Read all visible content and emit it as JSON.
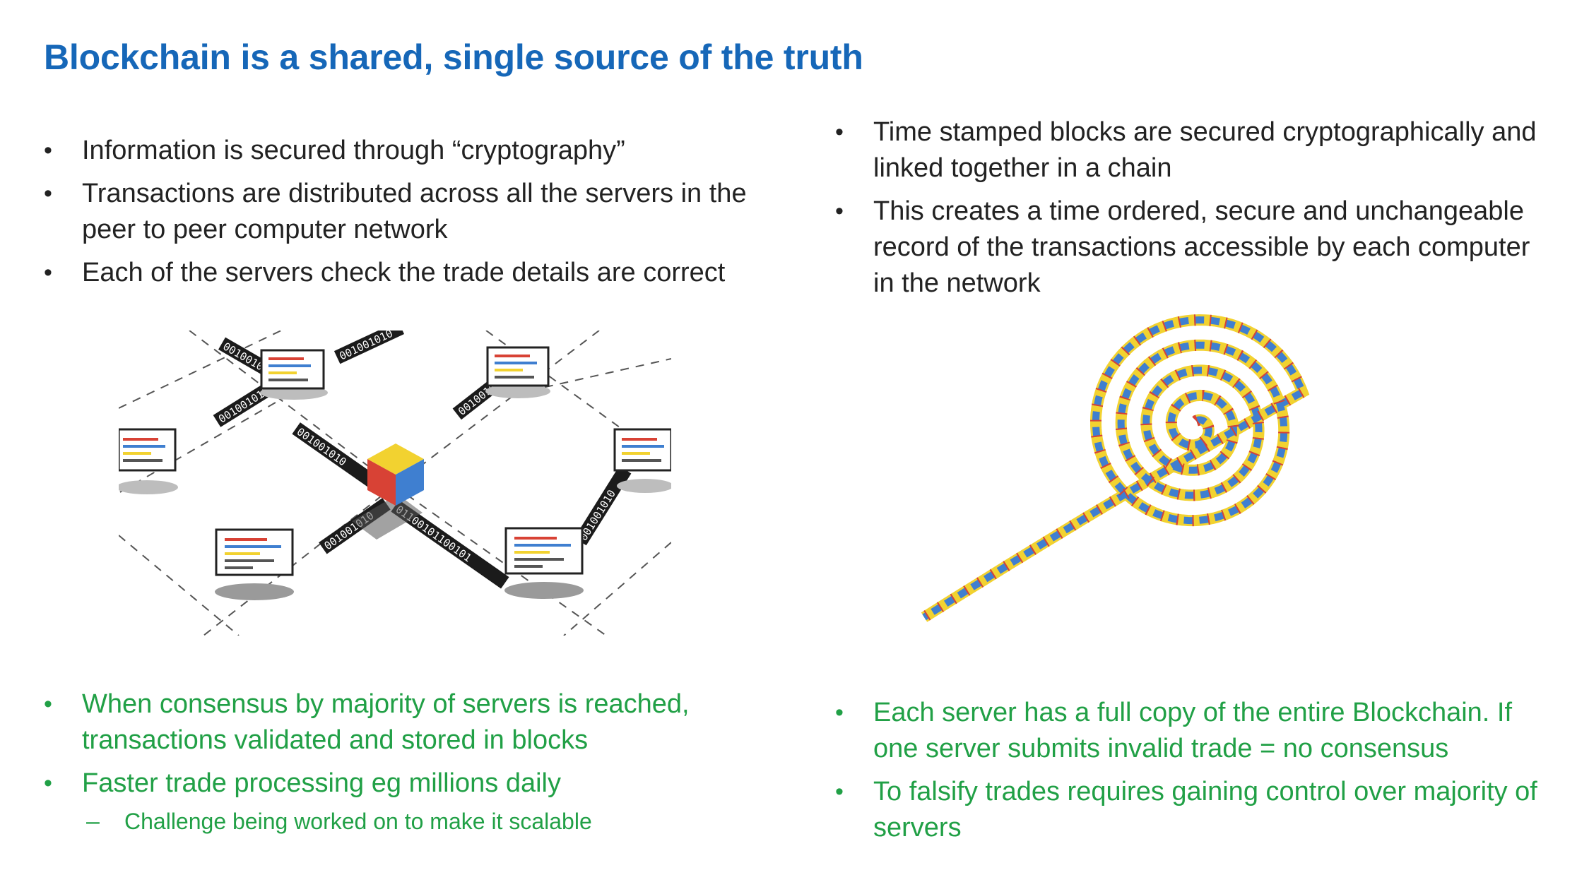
{
  "title": "Blockchain is a shared, single source of the truth",
  "left_top": [
    "Information is secured through “cryptography”",
    "Transactions are distributed across all the servers in the peer to peer computer network",
    "Each of the servers check the trade details are correct"
  ],
  "right_top": [
    "Time stamped blocks are secured cryptographically and linked together in a chain",
    "This creates a time ordered, secure and unchangeable record of the transactions accessible by each computer in the network"
  ],
  "left_bottom": {
    "items": [
      "When consensus by majority of servers is reached, transactions validated and stored in blocks",
      "Faster trade processing eg millions daily"
    ],
    "sub": "Challenge being worked on to make it scalable"
  },
  "right_bottom": [
    "Each server has a full copy of the entire Blockchain. If one server submits invalid trade = no consensus",
    "To falsify trades requires gaining control over majority of servers"
  ],
  "bullet_glyph": "•",
  "dash_glyph": "–",
  "network_labels": [
    "001001010",
    "01100101100101"
  ],
  "colors": {
    "title": "#1667b8",
    "green": "#21a046",
    "text": "#222222",
    "yellow": "#f2d230",
    "blue": "#3f7fd0",
    "red": "#d84235"
  }
}
